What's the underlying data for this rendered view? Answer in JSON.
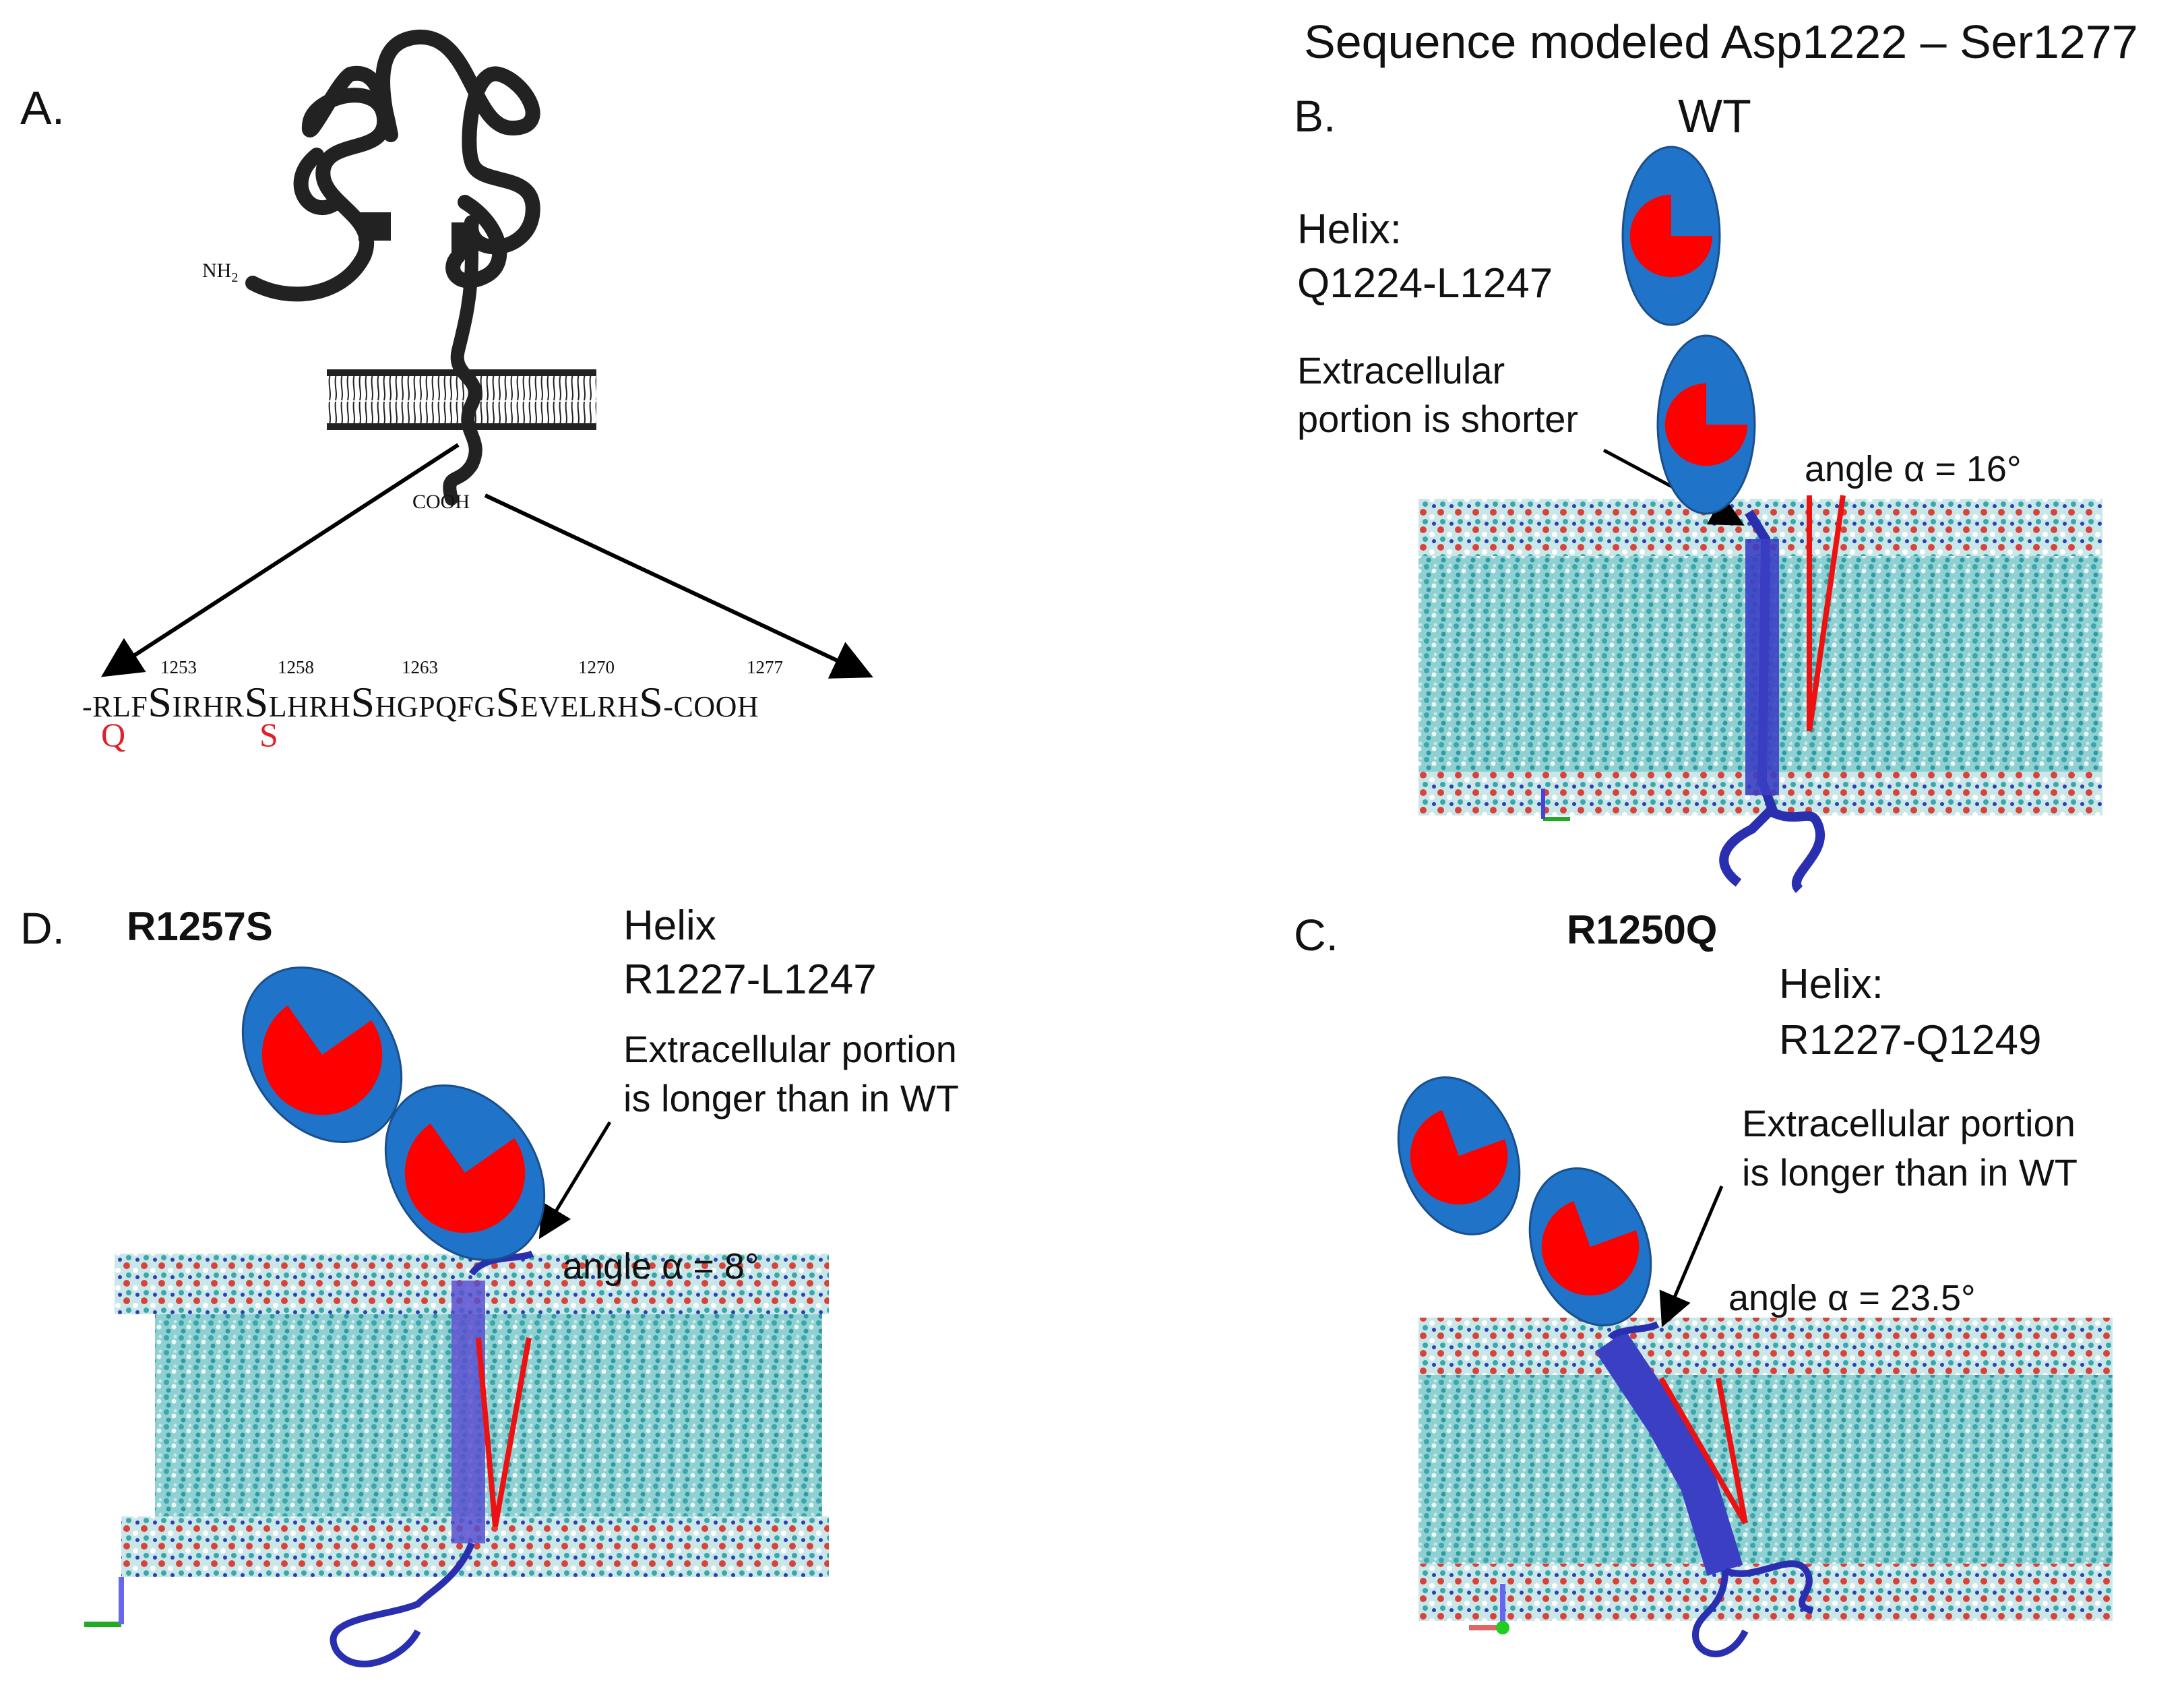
{
  "header": {
    "sequence_title": "Sequence modeled Asp1222 – Ser1277"
  },
  "panelA": {
    "label": "A.",
    "nh2": "NH",
    "nh2_sub": "2",
    "cooh": "COOH",
    "residue_numbers": [
      "1253",
      "1258",
      "1263",
      "1270",
      "1277"
    ],
    "sequence_segments": [
      {
        "text": "-RLF",
        "big": false
      },
      {
        "text": "S",
        "big": true
      },
      {
        "text": "IRHR",
        "big": false
      },
      {
        "text": "S",
        "big": true
      },
      {
        "text": "LHRH",
        "big": false
      },
      {
        "text": "S",
        "big": true
      },
      {
        "text": "HGPQFG",
        "big": false
      },
      {
        "text": "S",
        "big": true
      },
      {
        "text": "EVELRH",
        "big": false
      },
      {
        "text": "S",
        "big": true
      },
      {
        "text": "-COOH",
        "big": false
      }
    ],
    "mutation_Q": "Q",
    "mutation_S": "S",
    "mutation_color": "#e0202a"
  },
  "panelB": {
    "label": "B.",
    "variant": "WT",
    "helix_title": "Helix:",
    "helix_range": "Q1224-L1247",
    "note_line1": "Extracellular",
    "note_line2": "portion is shorter",
    "angle": "angle α = 16°"
  },
  "panelC": {
    "label": "C.",
    "variant": "R1250Q",
    "helix_title": "Helix:",
    "helix_range": "R1227-Q1249",
    "note_line1": "Extracellular portion",
    "note_line2": "is longer than in WT",
    "angle": "angle α = 23.5°"
  },
  "panelD": {
    "label": "D.",
    "variant": "R1257S",
    "helix_title": "Helix",
    "helix_range": "R1227-L1247",
    "note_line1": "Extracellular portion",
    "note_line2": "is longer than in WT",
    "angle": "angle α = 8°"
  },
  "colors": {
    "ellipse_blue": "#1f73c9",
    "pie_red": "#ff0000",
    "angle_line_red": "#ee1111",
    "membrane_teal": "#4fb3b8",
    "helix_blue": "#2a2fb0"
  }
}
